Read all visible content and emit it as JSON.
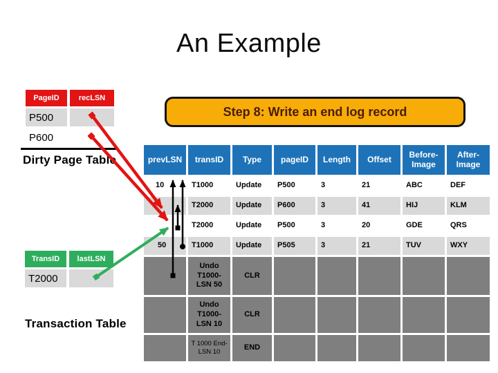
{
  "slide": {
    "title": "An Example"
  },
  "banner": {
    "text": "Step 8: Write an end log record",
    "background_color": "#F7AC08",
    "text_color": "#4A1D06"
  },
  "dirty_page_table": {
    "label": "Dirty Page Table",
    "header_color": "#E21414",
    "headers": [
      "PageID",
      "recLSN"
    ],
    "rows": [
      {
        "page_id": "P500",
        "rec_lsn": ""
      },
      {
        "page_id": "P600",
        "rec_lsn": ""
      }
    ]
  },
  "transaction_table": {
    "label": "Transaction Table",
    "header_color": "#2EAE5C",
    "headers": [
      "TransID",
      "lastLSN"
    ],
    "rows": [
      {
        "trans_id": "T2000",
        "last_lsn": ""
      }
    ]
  },
  "log_table": {
    "header_color": "#1E73B8",
    "headers": [
      "prevLSN",
      "transID",
      "Type",
      "pageID",
      "Length",
      "Offset",
      "Before-Image",
      "After-Image"
    ],
    "rows": [
      {
        "cells": [
          "10",
          "T1000",
          "Update",
          "P500",
          "3",
          "21",
          "ABC",
          "DEF"
        ]
      },
      {
        "cells": [
          "",
          "T2000",
          "Update",
          "P600",
          "3",
          "41",
          "HIJ",
          "KLM"
        ]
      },
      {
        "cells": [
          "",
          "T2000",
          "Update",
          "P500",
          "3",
          "20",
          "GDE",
          "QRS"
        ]
      },
      {
        "cells": [
          "50",
          "T1000",
          "Update",
          "P505",
          "3",
          "21",
          "TUV",
          "WXY"
        ]
      },
      {
        "cells": [
          "",
          "Undo T1000- LSN 50",
          "CLR",
          "",
          "",
          "",
          "",
          ""
        ]
      },
      {
        "cells": [
          "",
          "Undo T1000- LSN 10",
          "CLR",
          "",
          "",
          "",
          "",
          ""
        ]
      },
      {
        "cells": [
          "",
          "T 1000 End- LSN 10",
          "END",
          "",
          "",
          "",
          "",
          ""
        ]
      }
    ]
  },
  "colors": {
    "red_arrow": "#E21414",
    "green_arrow": "#2EAE5C",
    "black_arrow": "#000000",
    "light_gray_cell": "#D9D9D9",
    "dark_gray_cell": "#7F7F7F"
  }
}
